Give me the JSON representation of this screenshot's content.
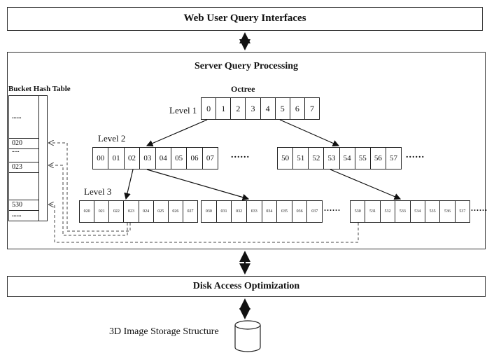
{
  "top_box": {
    "title": "Web User Query Interfaces"
  },
  "server_box": {
    "title": "Server Query Processing"
  },
  "disk_box": {
    "title": "Disk Access Optimization"
  },
  "storage": {
    "label": "3D Image  Storage Structure"
  },
  "hash_table": {
    "title": "Bucket Hash Table",
    "entries": [
      "020",
      "023",
      "530"
    ],
    "ellipsis": "......"
  },
  "octree": {
    "title": "Octree",
    "level1": {
      "label": "Level 1",
      "cells": [
        "0",
        "1",
        "2",
        "3",
        "4",
        "5",
        "6",
        "7"
      ]
    },
    "level2": {
      "label": "Level 2",
      "group_a": [
        "00",
        "01",
        "02",
        "03",
        "04",
        "05",
        "06",
        "07"
      ],
      "group_b": [
        "50",
        "51",
        "52",
        "53",
        "54",
        "55",
        "56",
        "57"
      ]
    },
    "level3": {
      "label": "Level 3",
      "group_a": [
        "020",
        "021",
        "022",
        "023",
        "024",
        "025",
        "026",
        "027"
      ],
      "group_b": [
        "030",
        "031",
        "032",
        "033",
        "034",
        "035",
        "036",
        "037"
      ],
      "group_c": [
        "530",
        "531",
        "532",
        "533",
        "534",
        "535",
        "536",
        "537"
      ]
    },
    "ellipsis": "......"
  }
}
